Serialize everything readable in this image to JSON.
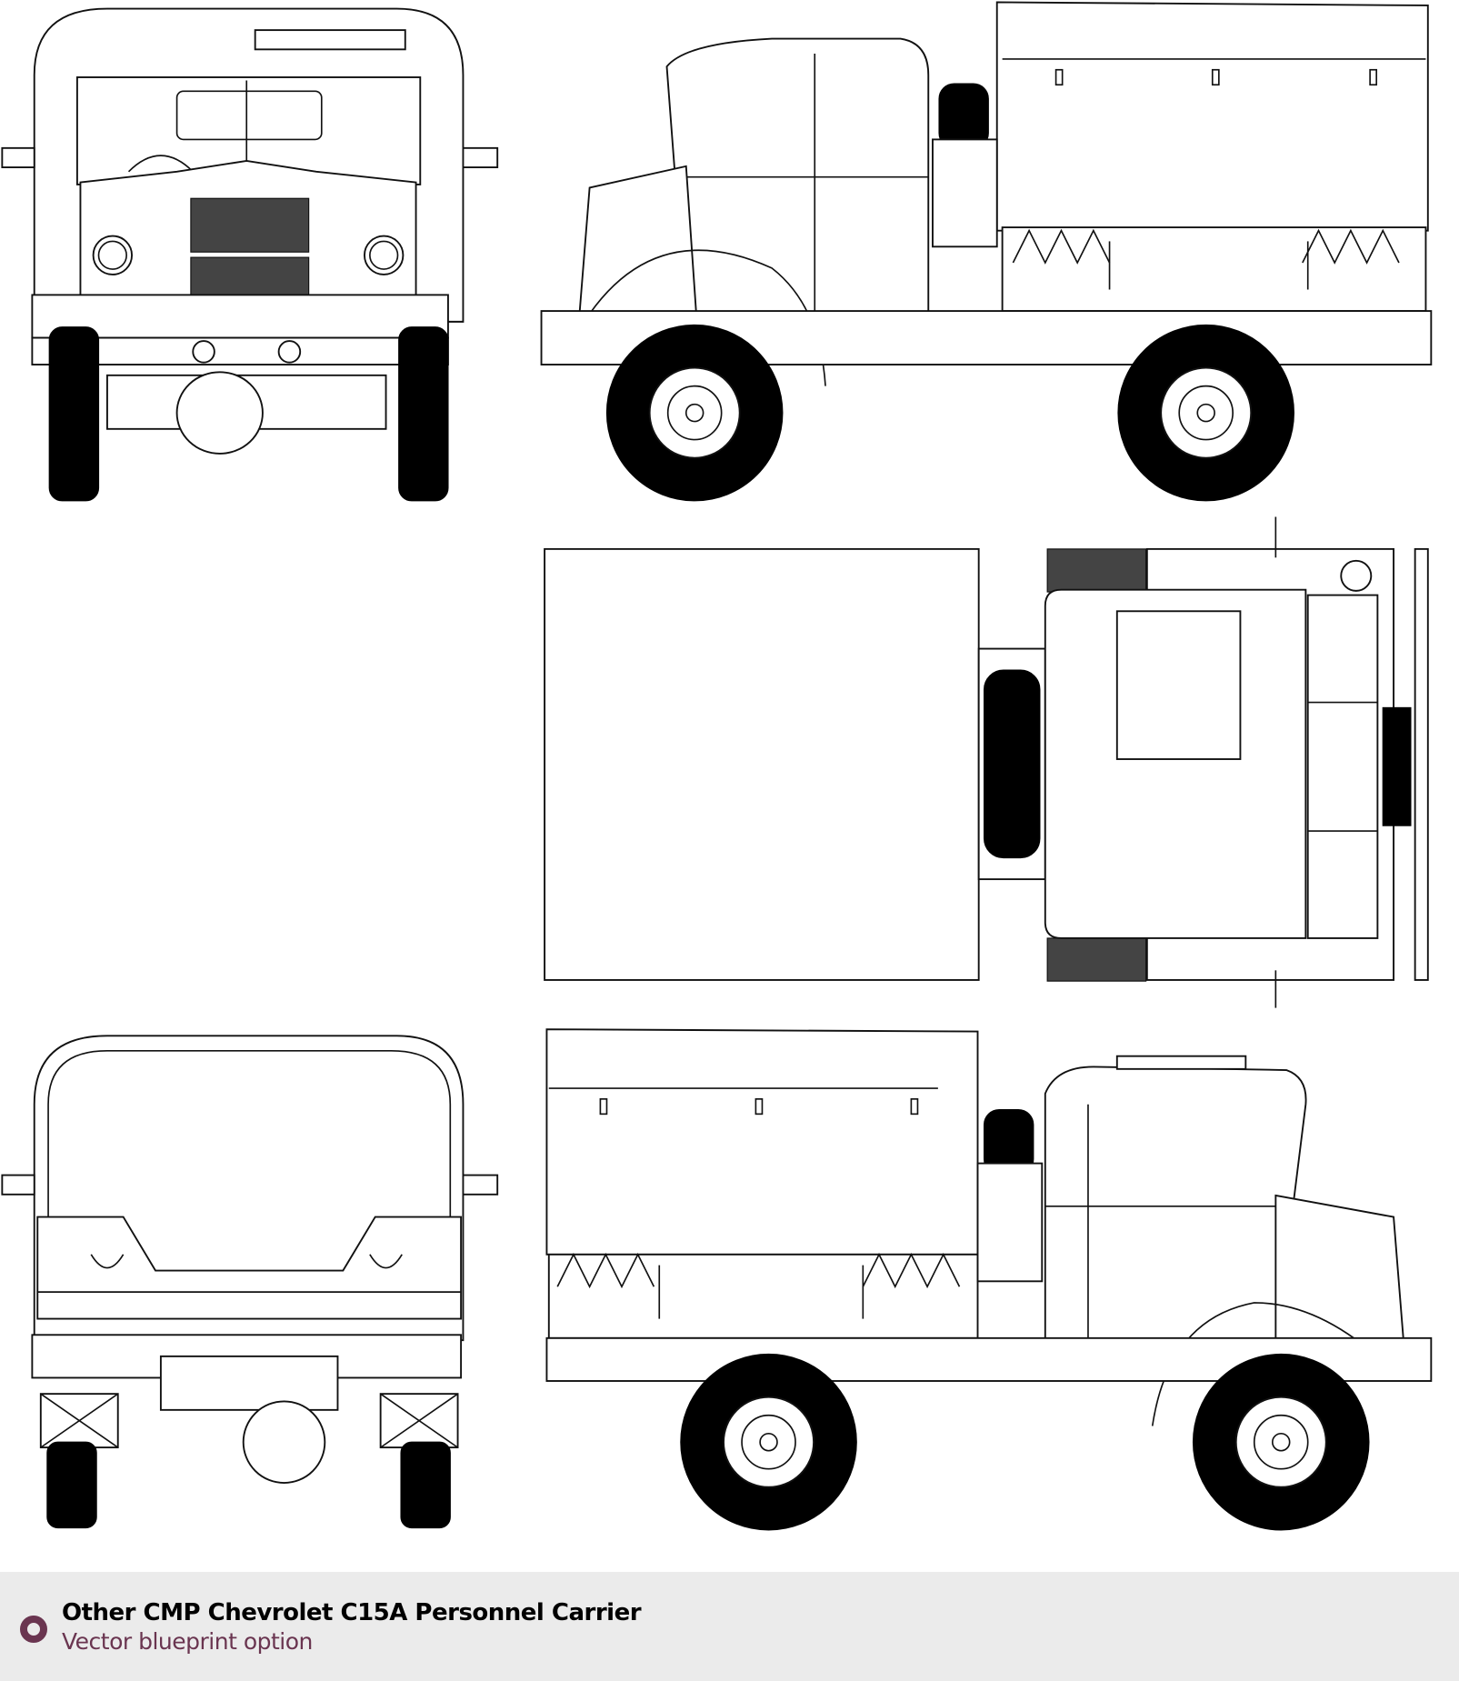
{
  "footer": {
    "title": "Other CMP Chevrolet C15A Personnel Carrier",
    "subtitle": "Vector blueprint option",
    "accent_color": "#6a3550"
  },
  "views": [
    "front-view",
    "left-side-view",
    "top-view",
    "rear-view",
    "right-side-view"
  ]
}
